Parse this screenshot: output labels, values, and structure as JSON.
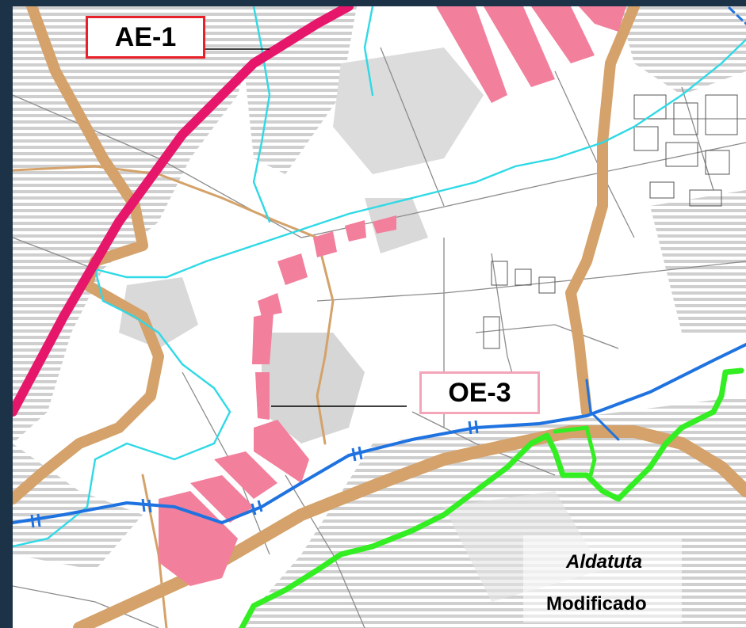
{
  "labels": {
    "ae1": "AE-1",
    "oe3": "OE-3",
    "status_line1": "Aldatuta",
    "status_line2": "Modificado"
  },
  "colors": {
    "background": "#1c3347",
    "map_base": "#ffffff",
    "hatch_gray": "#cfcfcf",
    "road_brown": "#d4a26a",
    "highway_magenta": "#e6176b",
    "river_cyan": "#2fd9e6",
    "railway_blue": "#1f73e0",
    "route_green": "#33ee22",
    "pink_zone": "#f27f9c",
    "ae1_border": "#e8202a",
    "oe3_border": "#f3a5b9"
  }
}
